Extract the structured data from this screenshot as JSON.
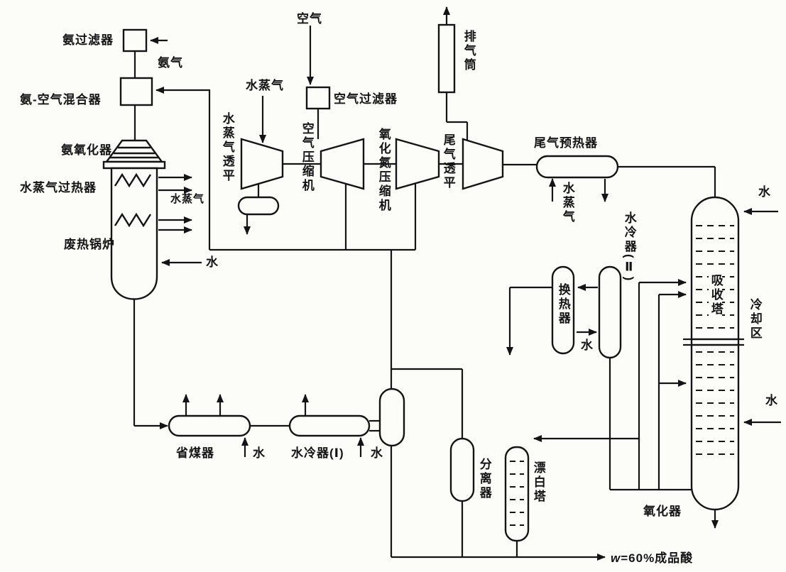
{
  "diagram_type": "nitric-acid-process-flow-diagram",
  "colors": {
    "ink": "#141414",
    "paper": "#fcfcf8"
  },
  "labels": {
    "ammonia_filter": "氨过滤器",
    "ammonia_gas": "氨气",
    "ammonia_air_mixer": "氨-空气混合器",
    "ammonia_oxidizer": "氨氧化器",
    "steam_superheater": "水蒸气过热器",
    "steam_out": "水蒸气",
    "waste_heat_boiler": "废热锅炉",
    "water_boiler": "水",
    "air": "空气",
    "steam_turbine_inlet": "水蒸气",
    "air_filter": "空气过滤器",
    "steam_turbine": "水蒸气透平",
    "air_compressor": "空气压缩机",
    "nox_compressor": "氧化氮压缩机",
    "tail_gas_turbine": "尾气透平",
    "exhaust_stack": "排气筒",
    "tail_gas_preheater": "尾气预热器",
    "preheater_steam": "水蒸气",
    "heat_exchanger": "换热器",
    "cooler2_water": "水",
    "water_cooler_2": "水冷器(Ⅱ)",
    "absorption_tower": "吸收塔",
    "cooling_zone": "冷却区",
    "tower_top_water": "水",
    "tower_mid_water": "水",
    "economizer": "省煤器",
    "economizer_water": "水",
    "water_cooler_1": "水冷器(Ⅰ)",
    "cooler1_water": "水",
    "separator": "分离器",
    "bleaching_tower": "漂白塔",
    "oxidizer": "氧化器",
    "product_acid_prefix": "w",
    "product_acid_rest": "=60%成品酸"
  }
}
